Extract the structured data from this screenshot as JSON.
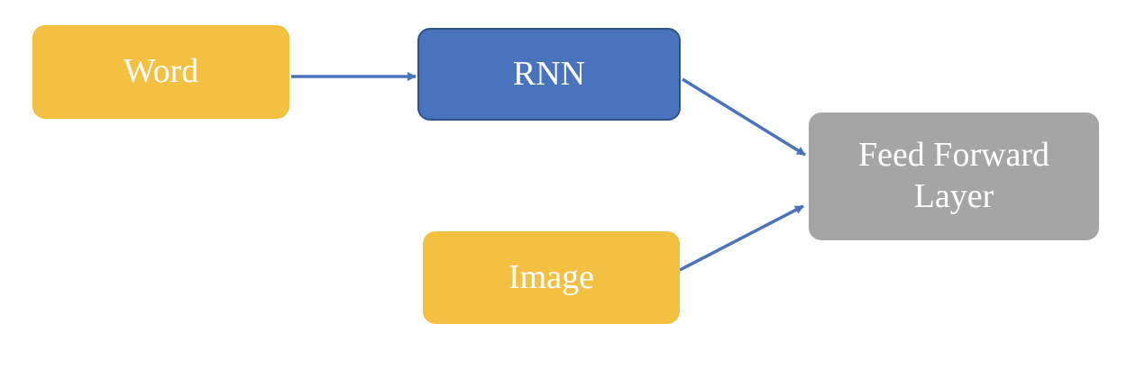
{
  "nodes": {
    "word": {
      "label": "Word"
    },
    "rnn": {
      "label": "RNN"
    },
    "image": {
      "label": "Image"
    },
    "feed_forward": {
      "line1": "Feed Forward",
      "line2": "Layer"
    }
  },
  "colors": {
    "input_fill": "#f3c042",
    "rnn_fill": "#4a73bd",
    "rnn_border": "#2f528f",
    "layer_fill": "#a5a5a5",
    "arrow": "#4a73bd",
    "text": "#ffffff"
  }
}
